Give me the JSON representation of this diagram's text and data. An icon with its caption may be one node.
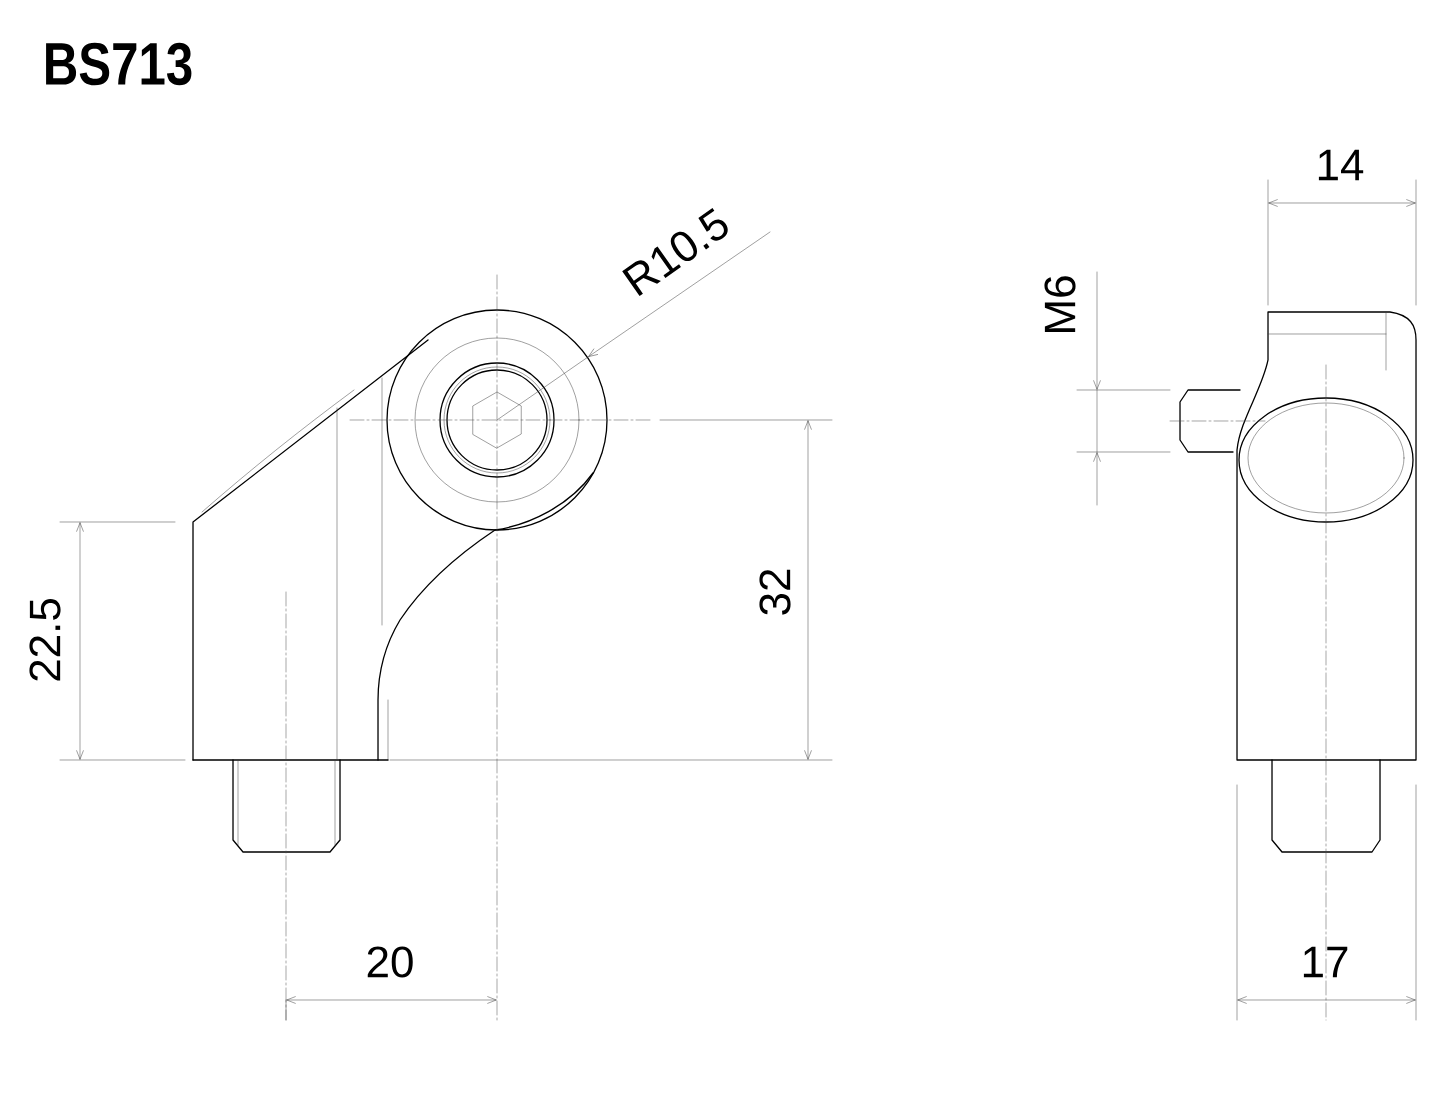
{
  "diagram": {
    "title": "BS713",
    "labels": [
      "R10.5",
      "14",
      "M6",
      "22.5",
      "32",
      "20",
      "17"
    ]
  }
}
